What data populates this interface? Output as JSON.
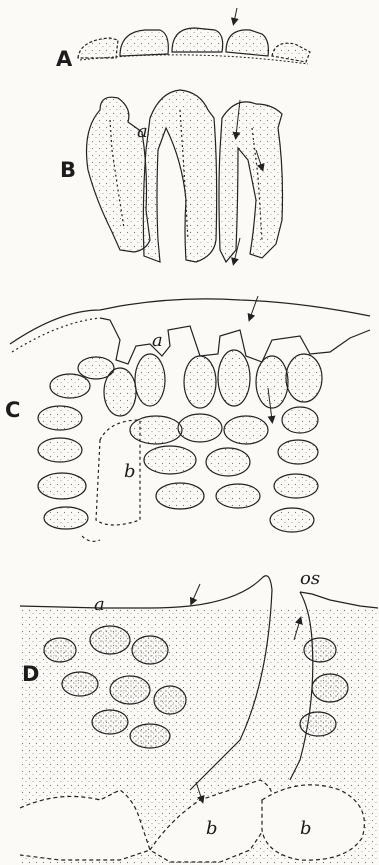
{
  "figure": {
    "panels": [
      {
        "id": "A",
        "label": "A"
      },
      {
        "id": "B",
        "label": "B",
        "region_labels": [
          "a"
        ]
      },
      {
        "id": "C",
        "label": "C",
        "region_labels": [
          "a",
          "b"
        ]
      },
      {
        "id": "D",
        "label": "D",
        "region_labels": [
          "a",
          "os",
          "b",
          "b"
        ]
      }
    ]
  }
}
